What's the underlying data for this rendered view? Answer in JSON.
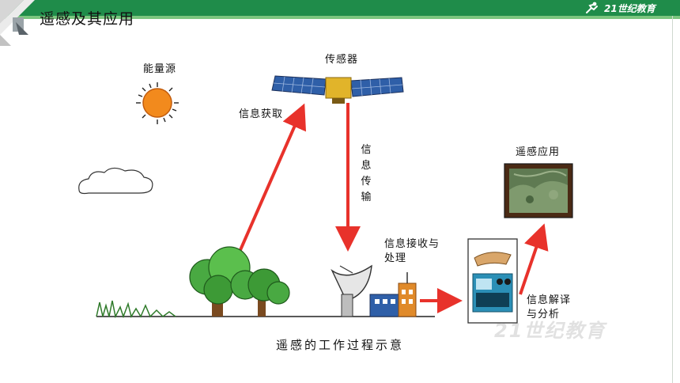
{
  "header": {
    "title": "遥感及其应用",
    "brand": "21世纪教育"
  },
  "diagram": {
    "labels": {
      "energy_source": "能量源",
      "sensor": "传感器",
      "info_acquisition": "信息获取",
      "info_transmission": "信息传输",
      "reception": "信息接收与处理",
      "reception_line1": "信息接收与",
      "reception_line2": "处理",
      "interpretation_line1": "信息解译",
      "interpretation_line2": "与分析",
      "application": "遥感应用"
    },
    "caption": "遥感的工作过程示意"
  },
  "watermark": "21世纪教育",
  "colors": {
    "header_green": "#1f8c4a",
    "header_stripe": "#7cc57f",
    "arrow_red": "#e8322b",
    "sun_orange": "#f28a1d",
    "tree_green": "#49a942"
  }
}
